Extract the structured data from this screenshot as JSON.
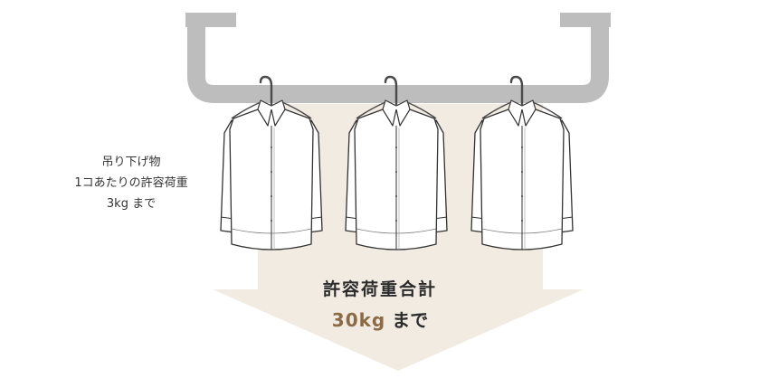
{
  "per_item": {
    "line1": "吊り下げ物",
    "line2": "1コあたりの許容荷重",
    "line3": "3kg まで"
  },
  "total": {
    "title": "許容荷重合計",
    "value": "30kg",
    "suffix": " まで"
  },
  "colors": {
    "rail": "#bdbdbd",
    "arrow": "#f1ebe1",
    "accent": "#8c6a45",
    "hanger": "#4a4a4a"
  },
  "icons": [
    "ceiling-rail-icon",
    "hanger-icon",
    "shirt-icon",
    "down-arrow-icon"
  ]
}
